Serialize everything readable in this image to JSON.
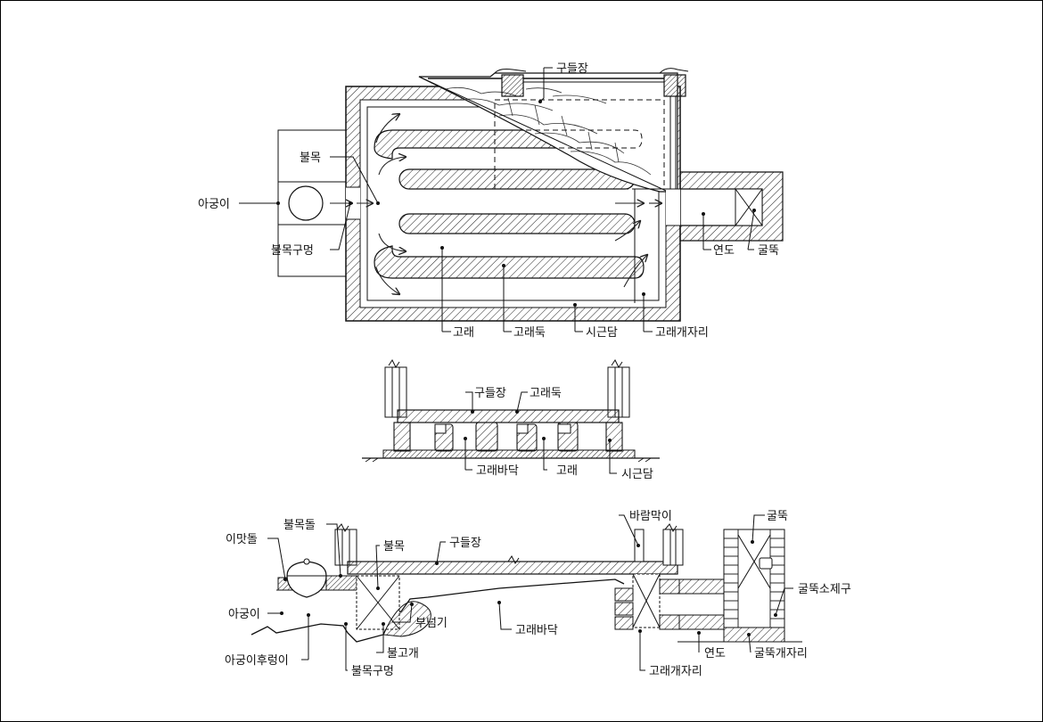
{
  "plan_view": {
    "labels": {
      "gudeuljang": "구들장",
      "bulmok": "불목",
      "agungi": "아궁이",
      "bulmok_gumeong": "불목구멍",
      "yeondo": "연도",
      "gulttuk": "굴뚝",
      "gorae": "고래",
      "goraeduk": "고래둑",
      "sigeundam": "시근담",
      "goraegaejari": "고래개자리"
    }
  },
  "section_view": {
    "labels": {
      "gudeuljang": "구들장",
      "goraeduk": "고래둑",
      "goraebadak": "고래바닥",
      "gorae": "고래",
      "sigeundam": "시근담"
    }
  },
  "long_section": {
    "labels": {
      "imatdol": "이맛돌",
      "bulmokdol": "불목돌",
      "bulmok": "불목",
      "gudeuljang": "구들장",
      "baram_magi": "바람막이",
      "gulttuk": "굴뚝",
      "gulttuk_sojegu": "굴뚝소제구",
      "agungi": "아궁이",
      "buneomgi": "부넘기",
      "goraebadak": "고래바닥",
      "bulgogae": "불고개",
      "agungi_hureongi": "아궁이후렁이",
      "bulmok_gumeong": "불목구멍",
      "goraegaejari": "고래개자리",
      "yeondo": "연도",
      "gulttuk_gaejari": "굴뚝개자리"
    }
  },
  "colors": {
    "line": "#111111",
    "background": "#ffffff"
  }
}
